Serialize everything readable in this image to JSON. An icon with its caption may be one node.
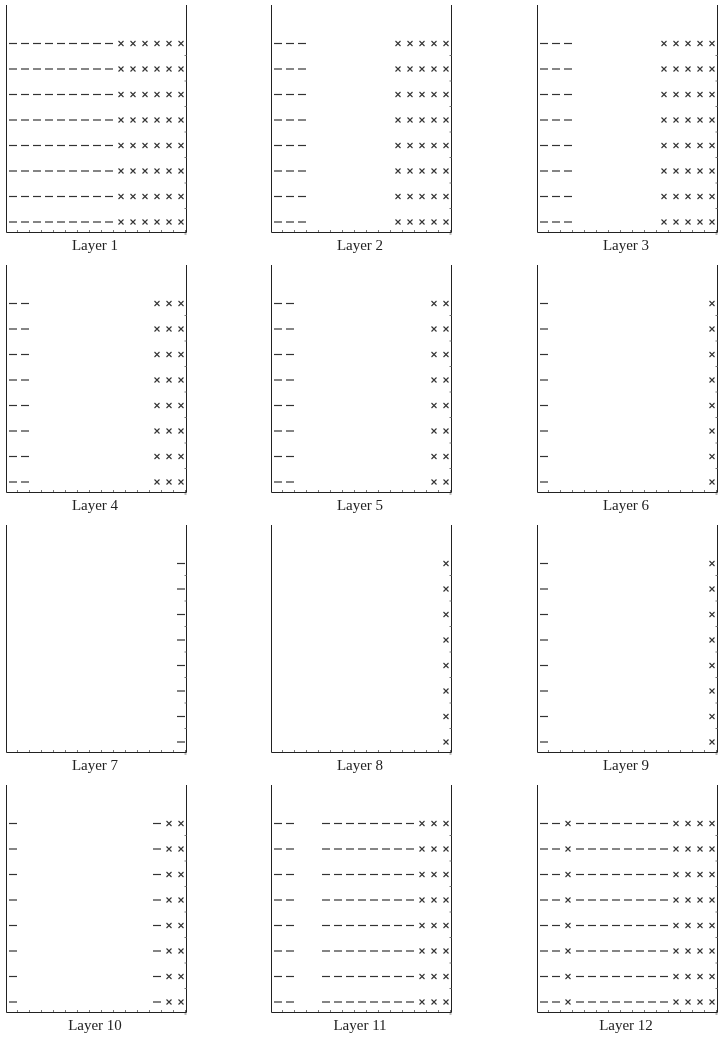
{
  "diagram": {
    "labels": [
      "Layer 1",
      "Layer 2",
      "Layer 3",
      "Layer 4",
      "Layer 5",
      "Layer 6",
      "Layer 7",
      "Layer 8",
      "Layer 9",
      "Layer 10",
      "Layer 11",
      "Layer 12"
    ]
  }
}
